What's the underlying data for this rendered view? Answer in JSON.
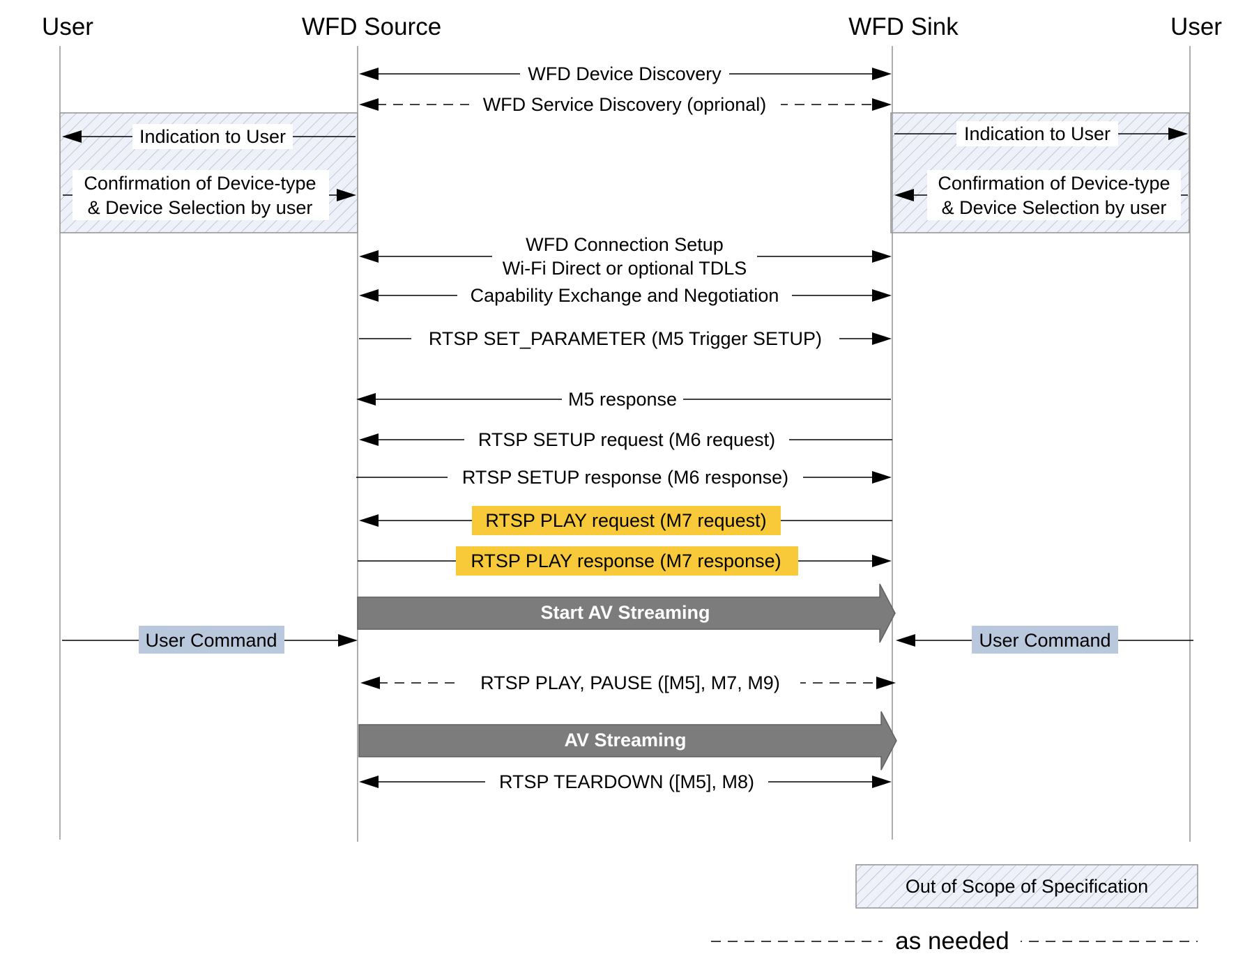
{
  "colors": {
    "highlight_yellow": "#f8ca3a",
    "highlight_blue": "#b9c8dc",
    "stream_arrow": "#7c7c7c",
    "scope_hatch_bg": "#eef1f7",
    "scope_hatch_line": "#aab8d2"
  },
  "actors": {
    "user_left": "User",
    "source": "WFD Source",
    "sink": "WFD Sink",
    "user_right": "User"
  },
  "messages": {
    "device_discovery": "WFD Device Discovery",
    "service_discovery": "WFD Service Discovery (oprional)",
    "indication_left": "Indication to User",
    "indication_right": "Indication to User",
    "confirmation_left_1": "Confirmation of Device-type",
    "confirmation_left_2": "& Device Selection by user",
    "confirmation_right_1": "Confirmation of Device-type",
    "confirmation_right_2": "& Device Selection by user",
    "connection_setup_1": "WFD Connection Setup",
    "connection_setup_2": "Wi-Fi Direct or optional TDLS",
    "capability_exchange": "Capability Exchange and Negotiation",
    "set_parameter": "RTSP SET_PARAMETER (M5 Trigger SETUP)",
    "m5_response": "M5 response",
    "setup_request": "RTSP SETUP request (M6 request)",
    "setup_response": "RTSP SETUP response (M6 response)",
    "play_request": "RTSP PLAY request (M7 request)",
    "play_response": "RTSP PLAY response (M7 response)",
    "start_av_streaming": "Start AV Streaming",
    "user_command_left": "User Command",
    "user_command_right": "User Command",
    "play_pause": "RTSP PLAY, PAUSE ([M5], M7, M9)",
    "av_streaming": "AV Streaming",
    "teardown": "RTSP TEARDOWN ([M5], M8)"
  },
  "legend": {
    "out_of_scope": "Out of Scope of Specification",
    "as_needed": "as needed"
  }
}
